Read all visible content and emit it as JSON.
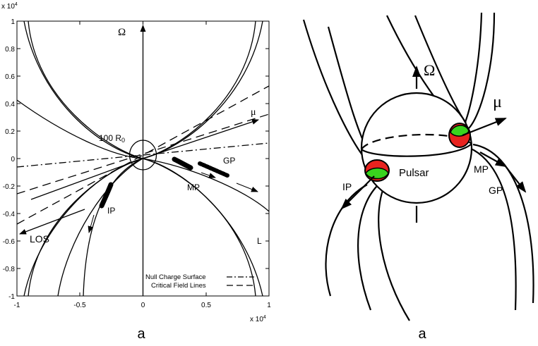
{
  "left_panel": {
    "x_ticks": [
      "-1",
      "-0.5",
      "0",
      "0.5",
      "1"
    ],
    "y_ticks": [
      "1",
      "0.8",
      "0.6",
      "0.4",
      "0.2",
      "0",
      "-0.2",
      "-0.4",
      "-0.6",
      "-0.8",
      "-1"
    ],
    "x_scale": "x 10",
    "x_scale_exp": "4",
    "y_scale": "x 10",
    "y_scale_exp": "4",
    "omega": "Ω",
    "mu": "μ",
    "radius_label": "100 R",
    "radius_sub": "0",
    "gp": "GP",
    "mp": "MP",
    "ip": "IP",
    "los": "LOS",
    "l": "L",
    "legend": {
      "null_charge": "Null Charge Surface",
      "critical_field": "Critical Field Lines"
    },
    "caption": "a"
  },
  "right_panel": {
    "omega": "Ω",
    "mu": "μ",
    "pulsar": "Pulsar",
    "ip": "IP",
    "mp": "MP",
    "gp": "GP",
    "caption": "a",
    "colors": {
      "red": "#e8231f",
      "green": "#3ad41e"
    }
  }
}
